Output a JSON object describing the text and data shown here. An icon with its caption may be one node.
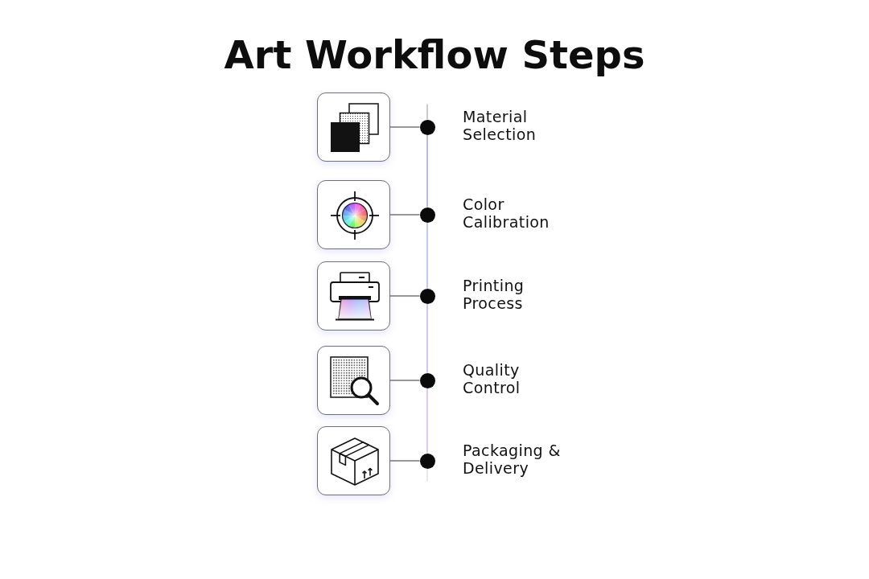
{
  "diagram": {
    "title": "Art Workflow Steps",
    "nodes": [
      {
        "text": [],
        "shape": "picture"
      },
      {
        "text": [],
        "shape": "circle",
        "beside": [
          "Material Selection"
        ]
      },
      {
        "text": [],
        "shape": "picture"
      },
      {
        "text": [],
        "shape": "circle",
        "beside": [
          "Color Calibration"
        ]
      },
      {
        "text": [],
        "shape": "picture"
      },
      {
        "text": [],
        "shape": "circle",
        "beside": [
          "Printing Process"
        ]
      },
      {
        "text": [],
        "shape": "picture"
      },
      {
        "text": [],
        "shape": "circle",
        "beside": [
          "Quality Control"
        ]
      },
      {
        "text": [],
        "shape": "picture"
      },
      {
        "text": [],
        "shape": "circle",
        "beside": [
          "Packaging & Delivery"
        ]
      }
    ],
    "edges": [
      {
        "from": 0,
        "to": 1,
        "arrow": "none"
      },
      {
        "from": 1,
        "to": 3,
        "arrow": "none",
        "color": "#9c9cd6"
      },
      {
        "from": 2,
        "to": 3,
        "arrow": "none"
      },
      {
        "from": 3,
        "to": 5,
        "arrow": "none",
        "color": "#a3b4ea"
      },
      {
        "from": 4,
        "to": 5,
        "arrow": "none"
      },
      {
        "from": 5,
        "to": 7,
        "arrow": "none",
        "color": "#c4a8e2"
      },
      {
        "from": 6,
        "to": 7,
        "arrow": "none"
      },
      {
        "from": 7,
        "to": 9,
        "arrow": "none",
        "color": "#d3b2e6"
      },
      {
        "from": 8,
        "to": 9,
        "arrow": "none"
      }
    ]
  }
}
